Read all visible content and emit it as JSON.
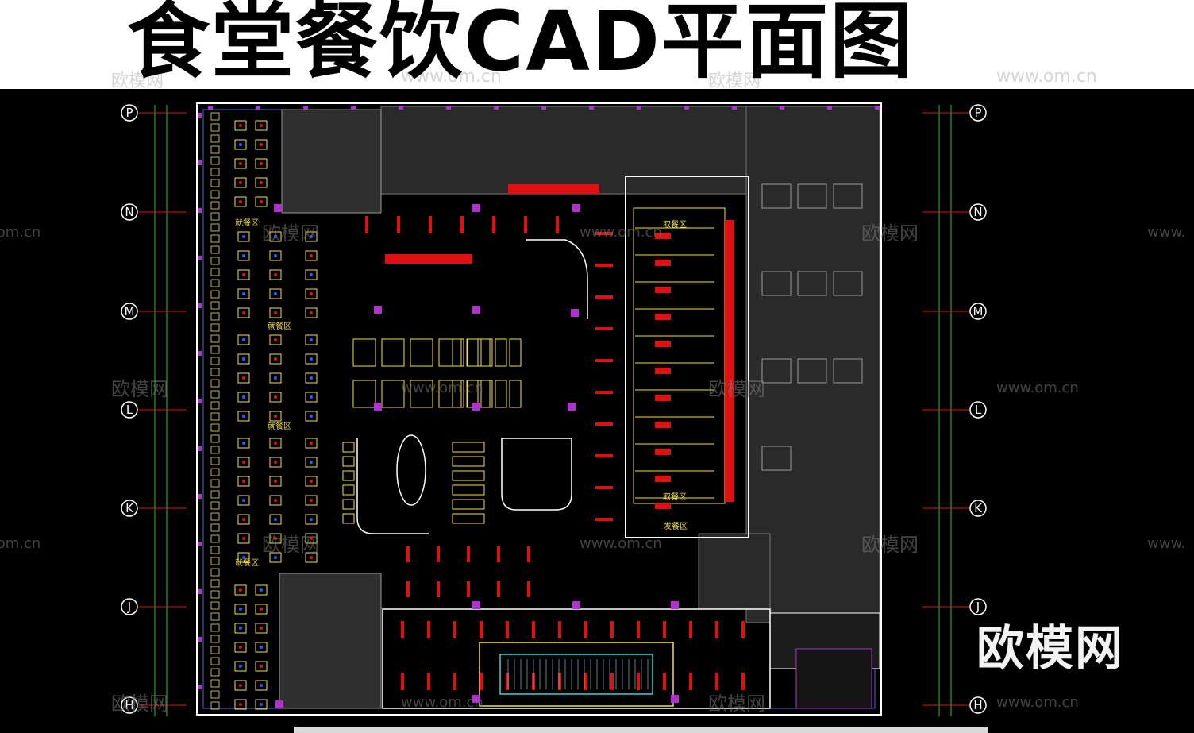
{
  "title": "食堂餐饮CAD平面图",
  "watermark": {
    "cn": "欧模网",
    "url": "www.om.cn",
    "url_partial": ".om.cn",
    "url_partial_left": "www."
  },
  "brand": "欧模网",
  "grid_axes": [
    "P",
    "N",
    "M",
    "L",
    "K",
    "J",
    "H"
  ],
  "zones": {
    "dining": "就餐区",
    "take_meal": "取餐区",
    "serve": "发餐区",
    "take_meal_side": "取餐区"
  },
  "colors": {
    "background": "#000000",
    "wall": "#ffffff",
    "furniture": "#f2e04b",
    "accent_red": "#e01010",
    "axis_green": "#22c322",
    "purple": "#b030d0",
    "grey_hatch": "#555555",
    "cyan": "#33d6d6"
  }
}
